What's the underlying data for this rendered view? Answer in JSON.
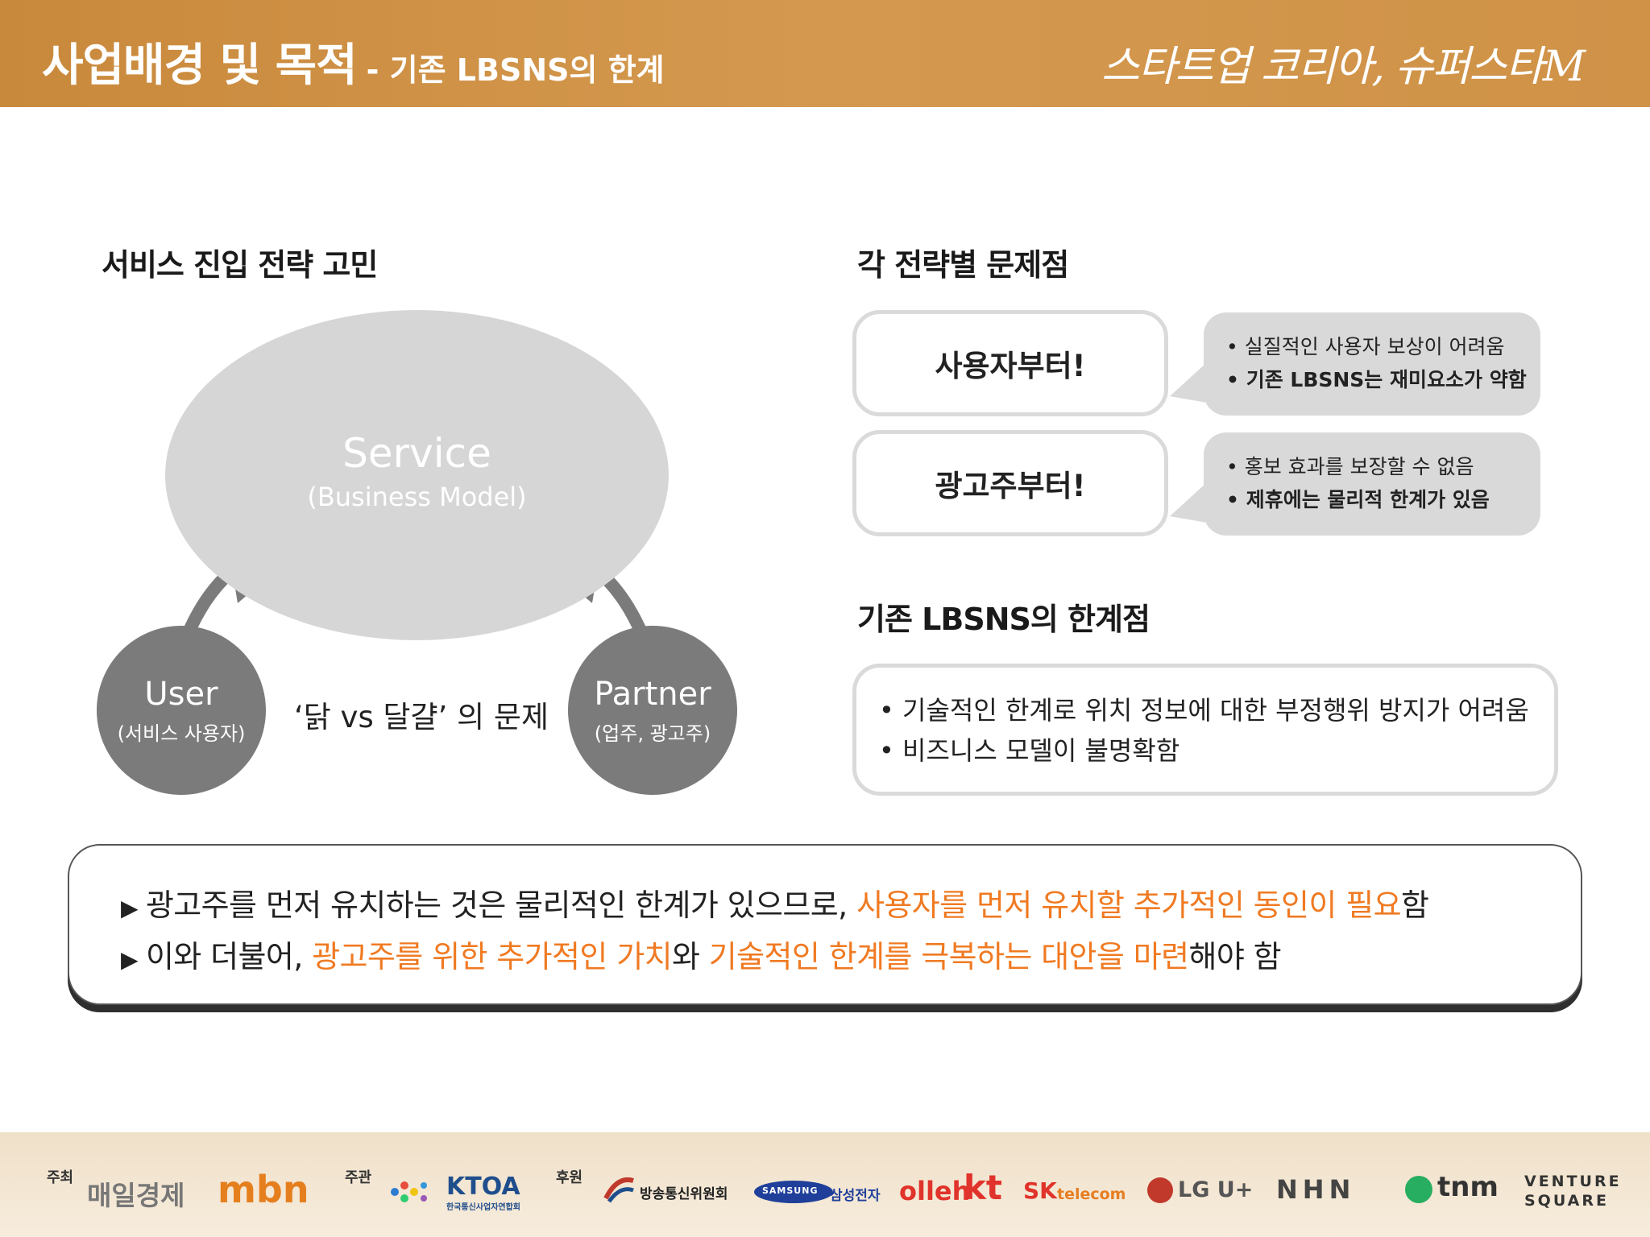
{
  "header": {
    "title": "사업배경 및 목적",
    "subtitle": "- 기존 LBSNS의 한계",
    "brand": "스타트업 코리아, 슈퍼스타M",
    "bg_color": "#cf9247"
  },
  "left": {
    "heading": "서비스 진입 전략 고민",
    "service": {
      "name": "Service",
      "sub": "(Business Model)"
    },
    "user": {
      "name": "User",
      "sub": "(서비스 사용자)"
    },
    "partner": {
      "name": "Partner",
      "sub": "(업주, 광고주)"
    },
    "problem_label": "‘닭 vs 달걀’ 의 문제"
  },
  "right": {
    "heading": "각 전략별 문제점",
    "strategies": [
      {
        "label": "사용자부터!",
        "points": [
          "실질적인 사용자 보상이 어려움",
          "기존 LBSNS는 재미요소가 약함"
        ]
      },
      {
        "label": "광고주부터!",
        "points": [
          "홍보 효과를 보장할 수 없음",
          "제휴에는 물리적 한계가 있음"
        ]
      }
    ],
    "limits_heading": "기존 LBSNS의 한계점",
    "limits": [
      "기술적인 한계로 위치 정보에 대한 부정행위 방지가 어려움",
      "비즈니스 모델이 불명확함"
    ]
  },
  "conclusion": {
    "line1": {
      "plain": "광고주를 먼저 유치하는 것은 물리적인 한계가 있으므로, ",
      "highlight": "사용자를 먼저 유치할 추가적인 동인이 필요",
      "tail": "함"
    },
    "line2": {
      "plain": "이와 더불어, ",
      "highlight1": "광고주를 위한 추가적인 가치",
      "mid": "와 ",
      "highlight2": "기술적인 한계를 극복하는 대안을 마련",
      "tail": "해야 함"
    },
    "highlight_color": "#f07a22"
  },
  "footer": {
    "host_label": "주최",
    "organizer_label": "주관",
    "sponsor_label": "후원",
    "hosts": [
      "매일경제",
      "mbn"
    ],
    "organizers": [
      "KTOA",
      "한국통신사업자연합회"
    ],
    "sponsors": [
      "방송통신위원회",
      "SAMSUNG",
      "삼성전자",
      "olleh",
      "kt",
      "SK",
      "telecom",
      "LG U+",
      "NHN",
      "tnm",
      "VENTURE",
      "SQUARE"
    ]
  }
}
